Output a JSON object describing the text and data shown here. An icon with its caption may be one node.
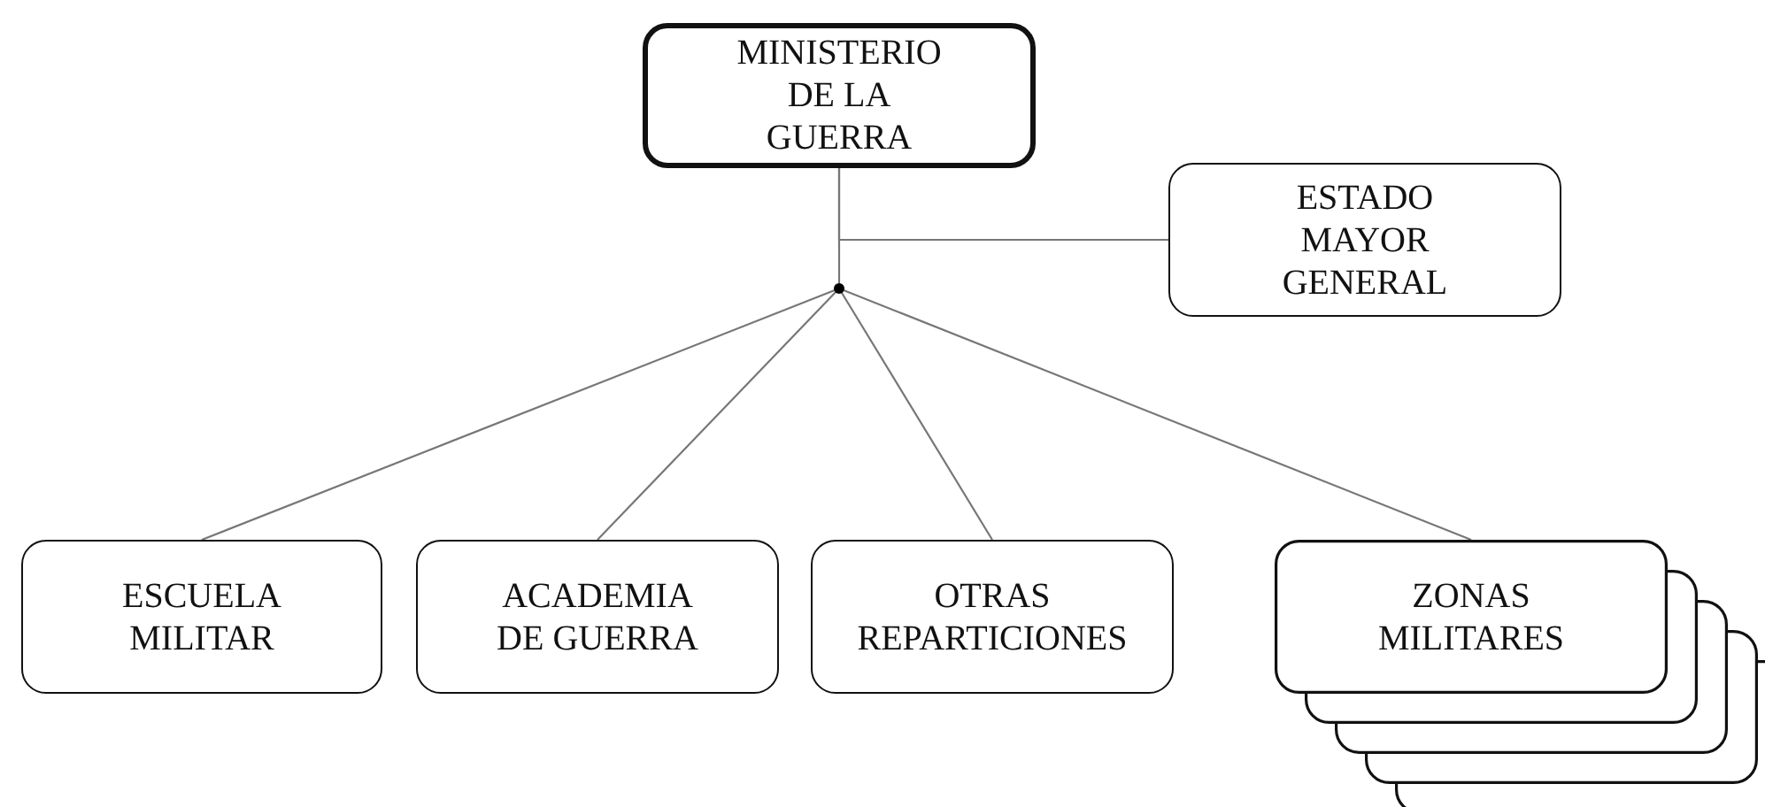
{
  "diagram": {
    "nodes": [
      {
        "text": [
          "MINISTERIO DE LA GUERRA"
        ]
      },
      {
        "text": [
          "ESTADO MAYOR GENERAL"
        ]
      },
      {
        "text": [],
        "shape": "circle"
      },
      {
        "text": [
          "ESCUELA MILITAR"
        ]
      },
      {
        "text": [
          "ACADEMIA DE GUERRA"
        ]
      },
      {
        "text": [
          "OTRAS REPARTICIONES"
        ]
      },
      {
        "text": [
          "ZONAS MILITARES"
        ]
      }
    ],
    "edges": [
      {
        "from": 0,
        "to": 2,
        "arrow": "none"
      },
      {
        "from": 0,
        "to": 1,
        "arrow": "none"
      },
      {
        "from": 2,
        "to": 3,
        "arrow": "none"
      },
      {
        "from": 2,
        "to": 4,
        "arrow": "none"
      },
      {
        "from": 2,
        "to": 5,
        "arrow": "none"
      },
      {
        "from": 2,
        "to": 6,
        "arrow": "none"
      }
    ]
  }
}
